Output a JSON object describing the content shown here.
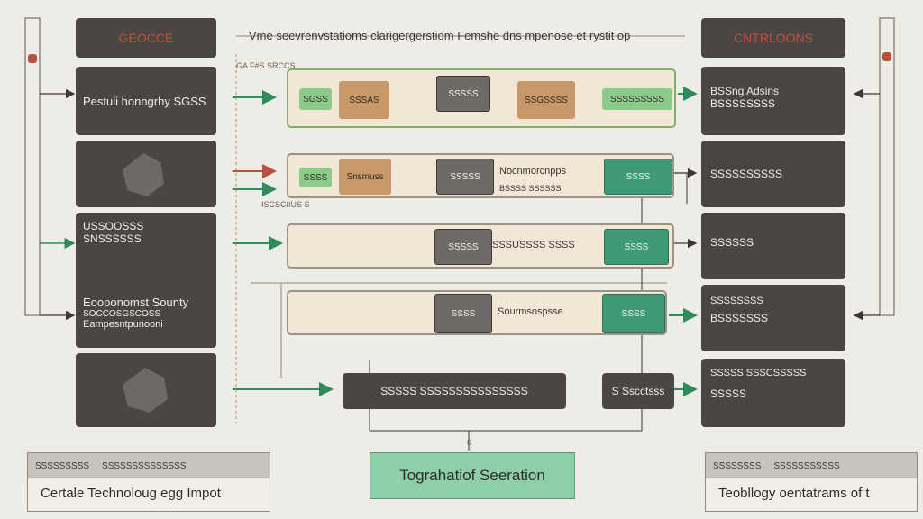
{
  "header": {
    "title": "Vme seevrenvstatioms clarigergerstiom Femshe dns mpenose et rystit op",
    "left_box": "GEOCCE",
    "right_box": "CNTRLOONS"
  },
  "labels": {
    "top_note": "GA F#S SRCCS",
    "mid_note": "ISCSCIIUS S",
    "small_mark": "6"
  },
  "left_column": {
    "box1": "Pestuli honngrhy SGSS",
    "box3_title": "USSOOSSS",
    "box3_sub": "SNSSSSSS",
    "box3_body": "Eooponomst Sounty",
    "box3_line2": "SOCCOSGSCOSS",
    "box3_line3": "Eampesntpunooni"
  },
  "rows": [
    {
      "chip1": "SGSS",
      "chip2": "SSSAS",
      "chip3": "SSSSS",
      "chip4": "SSGSSSS",
      "chip5": "SSSSSSSSS"
    },
    {
      "chip1": "SSSS",
      "chip2": "Snsmuss",
      "chip3": "SSSSS",
      "text": "Nocnmorcnpps",
      "text2": "BSSSS SSSSSS",
      "chip5": "SSSS"
    },
    {
      "chip3": "SSSSS",
      "text": "SSSUSSSS SSSS",
      "chip5": "SSSS"
    },
    {
      "chip3": "SSSS",
      "text": "Sourmsospsse",
      "chip5": "SSSS"
    }
  ],
  "bottom_row": {
    "left_box": "SSSSS SSSSSSSSSSSSSSS",
    "right_box": "S Sscctsss"
  },
  "right_column": [
    {
      "line1": "BSSng Adsins",
      "line2": "BSSSSSSSS"
    },
    {
      "line1": "SSSSSSSSSS"
    },
    {
      "line1": "SSSSSS"
    },
    {
      "line1": "SSSSSSSS",
      "line2": "BSSSSSSS"
    },
    {
      "line1": "SSSSS SSSCSSSSS",
      "line2": "SSSSS"
    }
  ],
  "footer": {
    "left_header": "SSSSSSSSS",
    "left_header2": "SSSSSSSSSSSSSS",
    "left_text": "Certale Technoloug egg Impot",
    "center": "Tograhatiof Seeration",
    "right_header": "SSSSSSSS",
    "right_header2": "SSSSSSSSSSS",
    "right_text": "Teobllogy oentatrams of t"
  },
  "colors": {
    "dark": "#4a4643",
    "arrow_green": "#2f8c5a",
    "arrow_red": "#b5533f",
    "footer_green": "#8ccfa8"
  }
}
